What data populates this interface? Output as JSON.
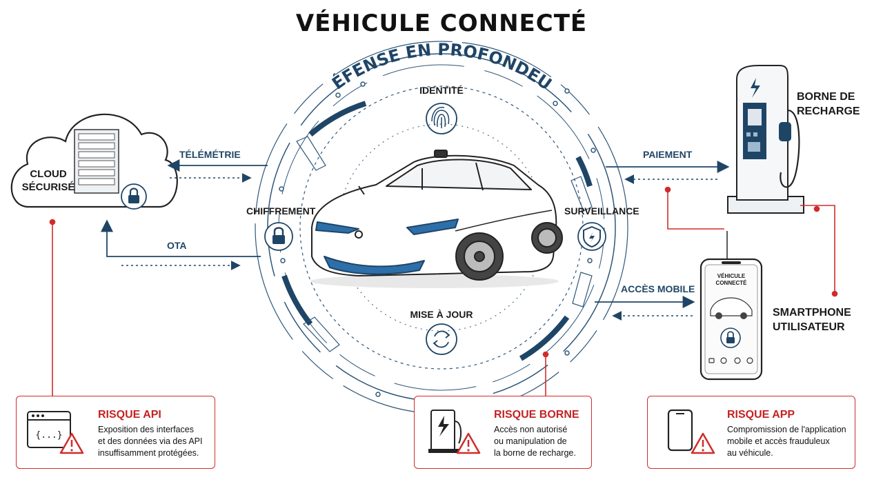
{
  "title": "VÉHICULE CONNECTÉ",
  "ring_title": "DÉFENSE EN PROFONDEUR",
  "layers": {
    "identity": "IDENTITÉ",
    "encryption": "CHIFFREMENT",
    "monitoring": "SURVEILLANCE",
    "update": "MISE À JOUR"
  },
  "nodes": {
    "cloud_line1": "CLOUD",
    "cloud_line2": "SÉCURISÉ",
    "charger_line1": "BORNE DE",
    "charger_line2": "RECHARGE",
    "phone_line1": "SMARTPHONE",
    "phone_line2": "UTILISATEUR",
    "phone_screen_line1": "VÉHICULE",
    "phone_screen_line2": "CONNECTÉ"
  },
  "flows": {
    "telemetry": "TÉLÉMÉTRIE",
    "ota": "OTA",
    "payment": "PAIEMENT",
    "mobile_access": "ACCÈS MOBILE"
  },
  "risks": [
    {
      "title": "RISQUE API",
      "lines": [
        "Exposition des interfaces",
        "et des données via des API",
        "insuffisamment protégées."
      ],
      "icon_text": "{...}"
    },
    {
      "title": "RISQUE BORNE",
      "lines": [
        "Accès non autorisé",
        "ou manipulation de",
        "la borne de recharge."
      ]
    },
    {
      "title": "RISQUE APP",
      "lines": [
        "Compromission de l'application",
        "mobile et accès frauduleux",
        "au véhicule."
      ]
    }
  ],
  "colors": {
    "navy": "#1f4566",
    "risk_red": "#c42222",
    "line_blue": "#2d5678"
  }
}
